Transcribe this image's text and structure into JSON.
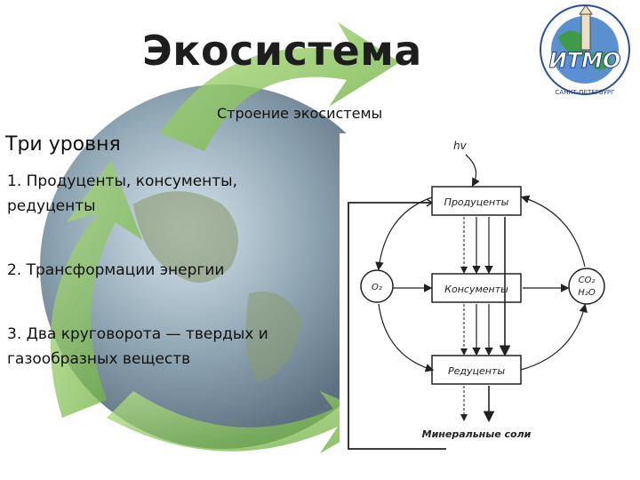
{
  "slide": {
    "title": "Экосистема",
    "subtitle": "Строение экосистемы",
    "levels_heading": "Три уровня",
    "items": [
      "1. Продуценты, консументы, редуценты",
      "2. Трансформации энергии",
      "3. Два круговорота — твердых и газообразных веществ"
    ]
  },
  "logo": {
    "text": "ИТМО",
    "ring_text": "САНКТ-ПЕТЕРБУРГ"
  },
  "diagram": {
    "hv": "hv",
    "producers": "Продуценты",
    "consumers": "Консументы",
    "reducers": "Редуценты",
    "o2": "O₂",
    "co2_h2o_1": "CO₂",
    "co2_h2o_2": "H₂O",
    "minerals": "Минеральные соли"
  },
  "colors": {
    "recycle_green": "#7cc142",
    "globe_blue": "#3b6fa8"
  }
}
